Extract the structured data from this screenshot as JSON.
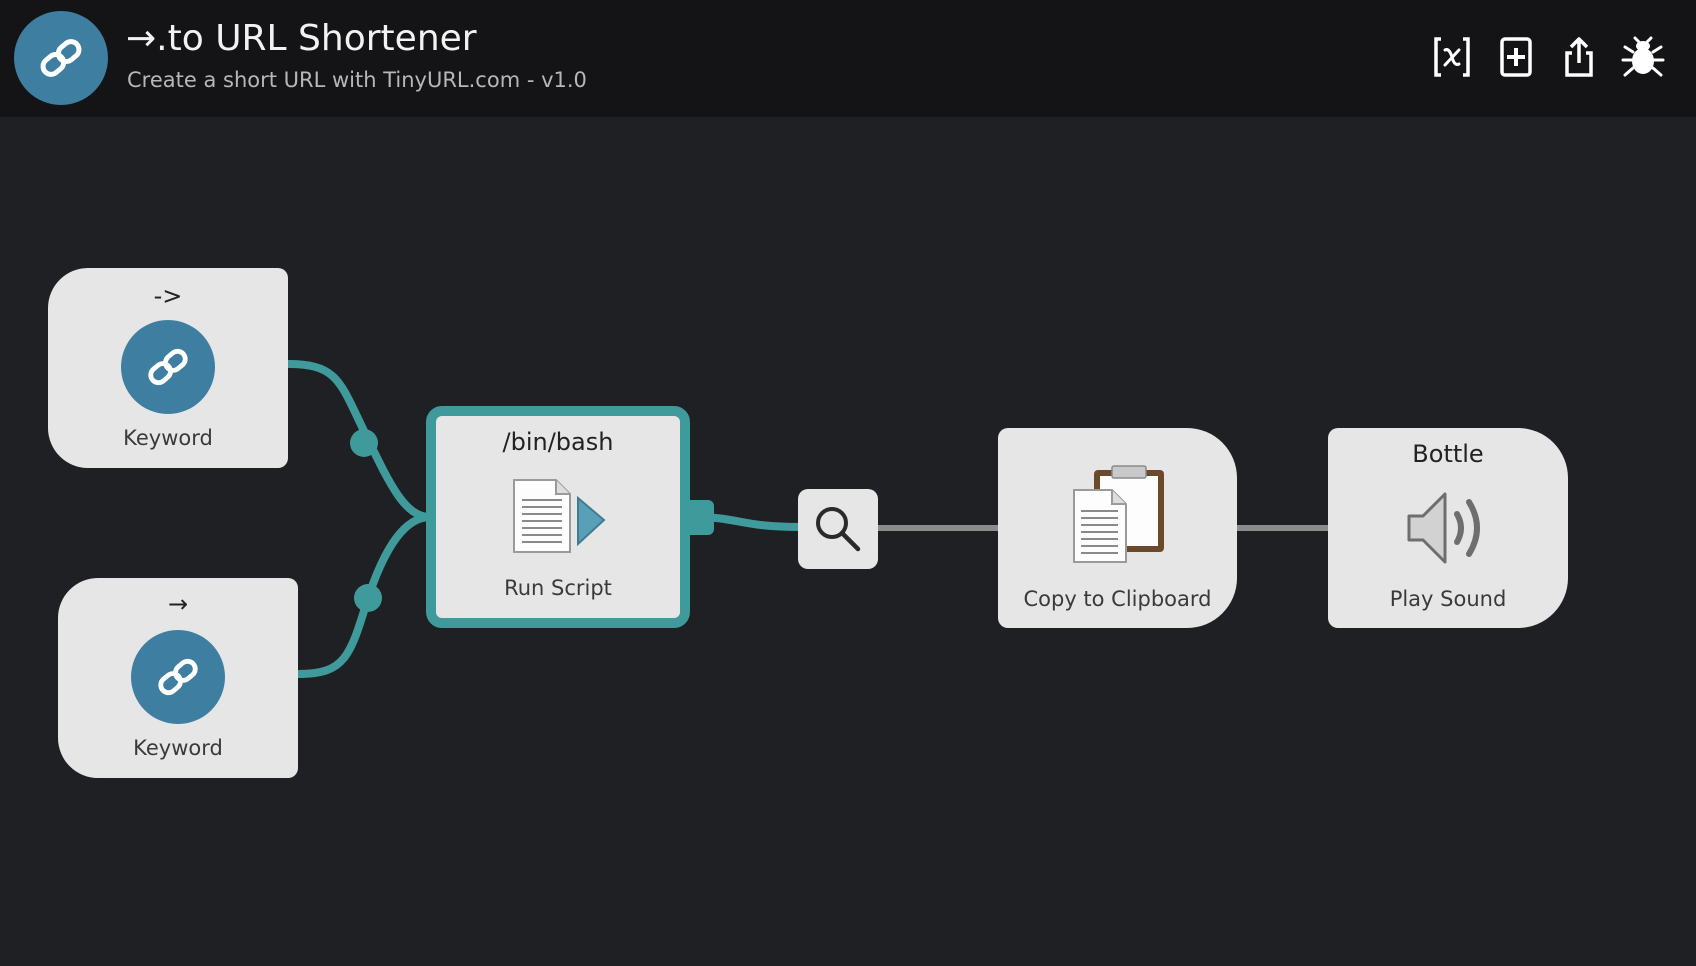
{
  "header": {
    "title": "→.to URL Shortener",
    "subtitle": "Create a short URL with TinyURL.com - v1.0",
    "app_icon": "link-icon",
    "toolbar": [
      {
        "icon": "variables-icon"
      },
      {
        "icon": "add-object-icon"
      },
      {
        "icon": "share-icon"
      },
      {
        "icon": "debug-bug-icon"
      }
    ]
  },
  "nodes": {
    "keyword1": {
      "keyword": "->",
      "type": "Keyword",
      "icon": "link-icon"
    },
    "keyword2": {
      "keyword": "→",
      "type": "Keyword",
      "icon": "link-icon"
    },
    "run_script": {
      "language": "/bin/bash",
      "type": "Run Script",
      "icon": "script-document-icon"
    },
    "filter": {
      "icon": "magnifier-icon"
    },
    "clipboard": {
      "type": "Copy to Clipboard",
      "icon": "clipboard-icon"
    },
    "sound": {
      "sound": "Bottle",
      "type": "Play Sound",
      "icon": "speaker-icon"
    }
  },
  "colors": {
    "background": "#1f2023",
    "header": "#141416",
    "accent": "#3f9a9c",
    "keyword_icon": "#3e7ea1",
    "node": "#e6e6e6",
    "wire_gray": "#8c8c8c"
  }
}
